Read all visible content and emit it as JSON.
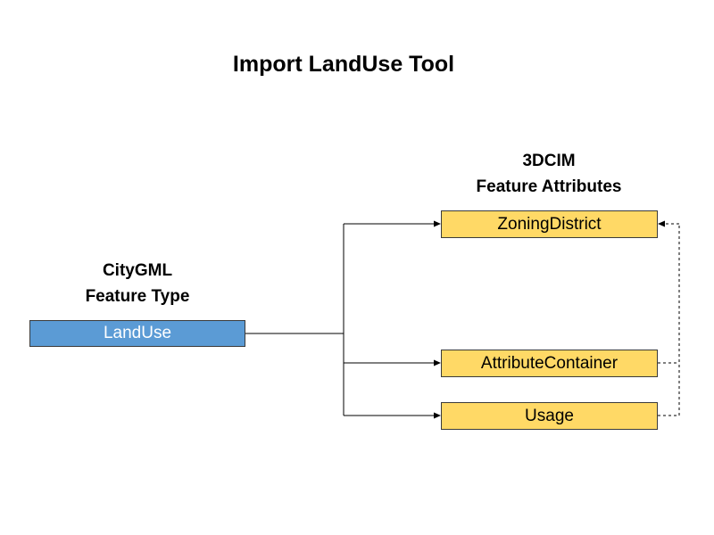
{
  "diagram": {
    "title": "Import LandUse Tool",
    "source": {
      "heading_line1": "CityGML",
      "heading_line2": "Feature Type",
      "box_label": "LandUse",
      "box_color": "#5b9bd5"
    },
    "target": {
      "heading_line1": "3DCIM",
      "heading_line2": "Feature Attributes",
      "box_color": "#ffd966",
      "boxes": [
        {
          "label": "ZoningDistrict"
        },
        {
          "label": "AttributeContainer"
        },
        {
          "label": "Usage"
        }
      ]
    },
    "connections": [
      {
        "from": "LandUse",
        "to": "ZoningDistrict",
        "style": "solid"
      },
      {
        "from": "LandUse",
        "to": "AttributeContainer",
        "style": "solid"
      },
      {
        "from": "LandUse",
        "to": "Usage",
        "style": "solid"
      },
      {
        "from": "AttributeContainer",
        "to": "ZoningDistrict",
        "style": "dashed"
      },
      {
        "from": "Usage",
        "to": "ZoningDistrict",
        "style": "dashed"
      }
    ]
  }
}
